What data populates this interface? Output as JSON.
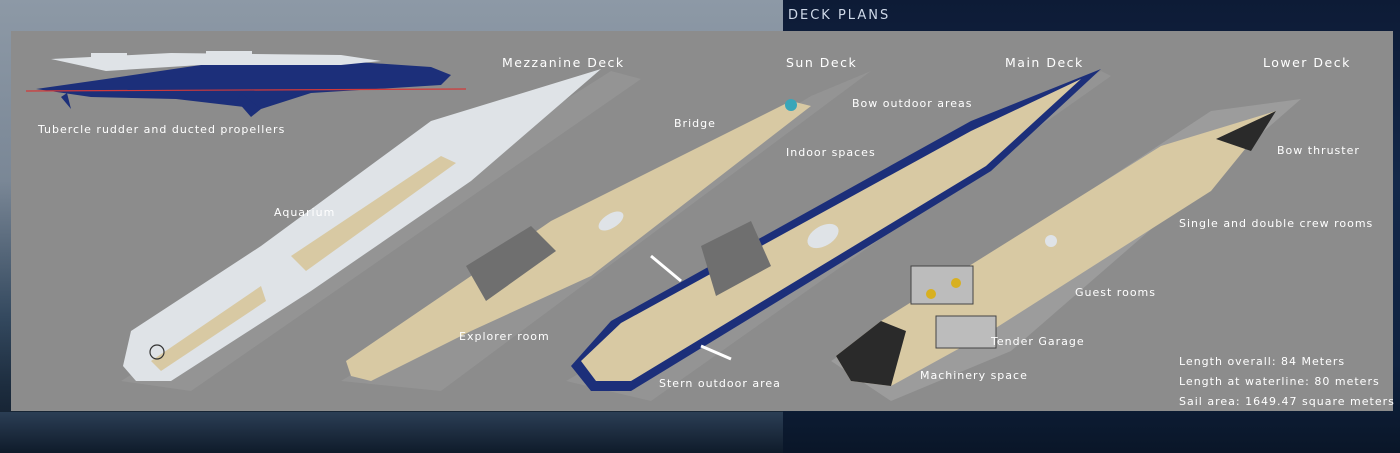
{
  "header": {
    "title": "DECK PLANS"
  },
  "decks": {
    "mezzanine": "Mezzanine Deck",
    "sun": "Sun Deck",
    "main": "Main Deck",
    "lower": "Lower Deck"
  },
  "labels": {
    "rudder": "Tubercle rudder and ducted propellers",
    "aquarium": "Aquarium",
    "bridge": "Bridge",
    "bow_outdoor": "Bow outdoor areas",
    "indoor": "Indoor spaces",
    "explorer": "Explorer room",
    "stern_outdoor": "Stern outdoor area",
    "bow_thruster": "Bow thruster",
    "crew_rooms": "Single and double crew rooms",
    "guest_rooms": "Guest rooms",
    "tender_garage": "Tender Garage",
    "machinery": "Machinery space"
  },
  "specs": {
    "length_overall": "Length overall: 84 Meters",
    "length_waterline": "Length at waterline: 80 meters",
    "sail_area": "Sail area: 1649.47 square meters"
  },
  "colors": {
    "panel": "#8c8c8c",
    "hull_blue": "#1c2f7a",
    "teak": "#d8c9a3",
    "silver": "#dfe3e7"
  }
}
